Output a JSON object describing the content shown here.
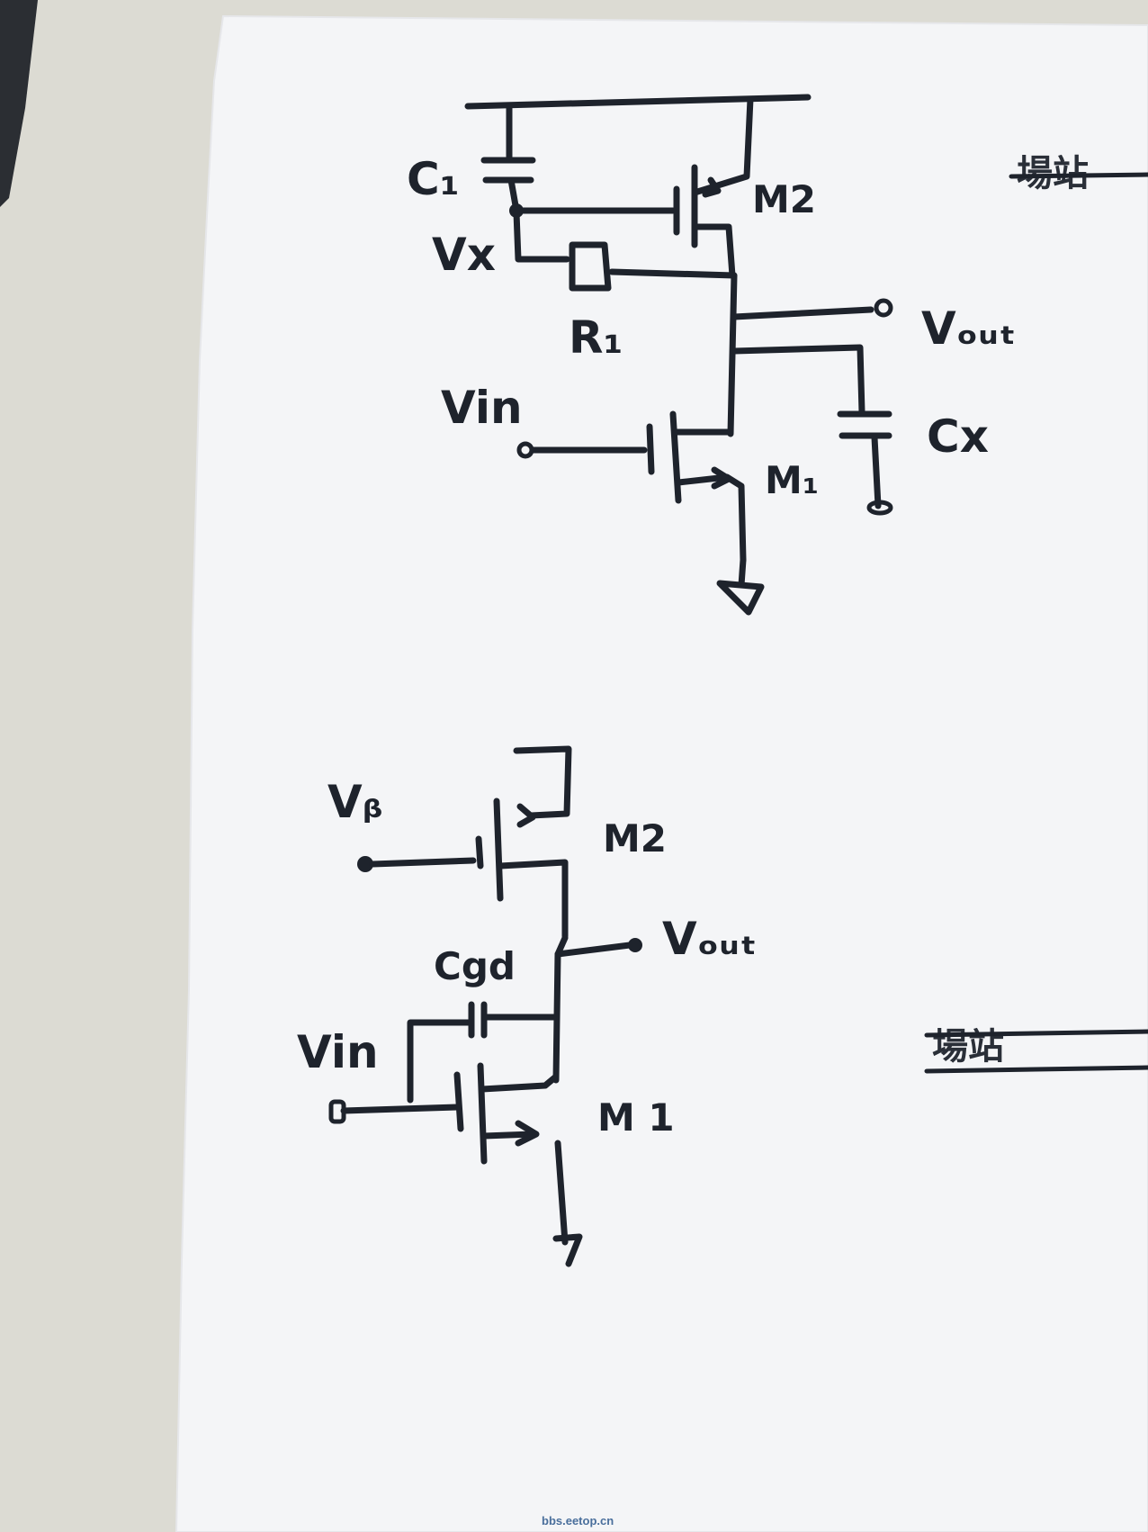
{
  "top_circuit": {
    "labels": {
      "c1": "C₁",
      "vx": "Vx",
      "r1": "R₁",
      "m2": "M2",
      "vout": "Vₒᵤₜ",
      "vin": "Vin",
      "cx": "Cx",
      "m1": "M₁"
    }
  },
  "bottom_circuit": {
    "labels": {
      "vb": "Vᵦ",
      "m2": "M2",
      "vout": "Vₒᵤₜ",
      "cgd": "Cgd",
      "vin": "Vin",
      "m1": "M 1"
    }
  },
  "bleed_through": {
    "top": "場站",
    "bottom": "場站"
  },
  "watermark": "bbs.eetop.cn",
  "colors": {
    "paper": "#f4f5f7",
    "ink": "#1e232c",
    "background": "#dcdbd3"
  }
}
